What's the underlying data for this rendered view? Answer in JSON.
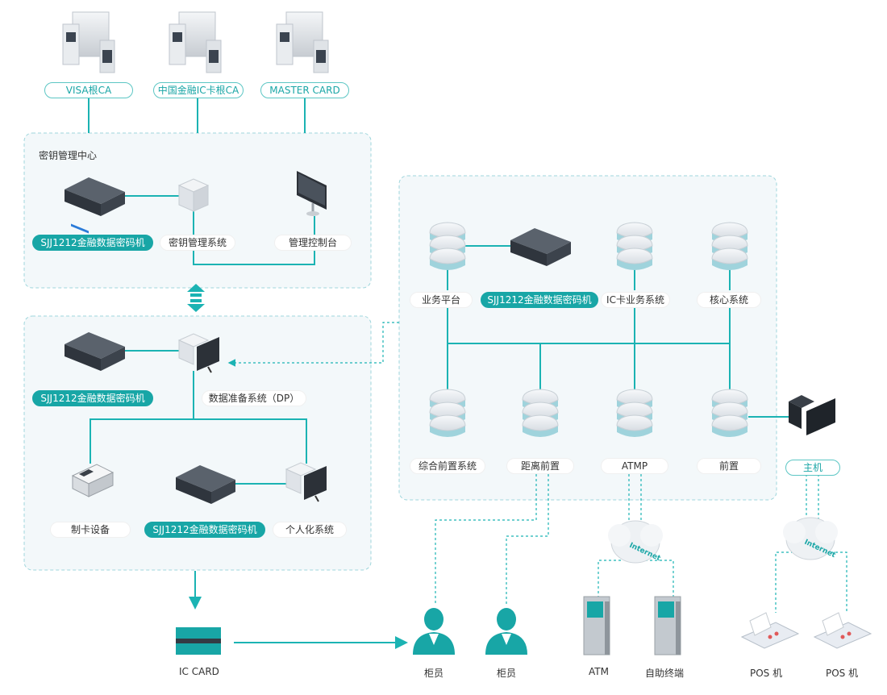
{
  "colors": {
    "accent": "#18a6a6",
    "line": "#1bb3b3",
    "panel": "#f3f8fa",
    "panel_border": "#9fd6dc"
  },
  "top_cas": [
    {
      "label": "VISA根CA"
    },
    {
      "label": "中国金融IC卡根CA"
    },
    {
      "label": "MASTER CARD"
    }
  ],
  "kmc": {
    "title": "密钥管理中心",
    "hsm_label": "SJJ1212金融数据密码机",
    "kms_label": "密钥管理系统",
    "console_label": "管理控制台"
  },
  "dp": {
    "hsm_label": "SJJ1212金融数据密码机",
    "dp_label": "数据准备系统（DP）",
    "card_device_label": "制卡设备",
    "hsm2_label": "SJJ1212金融数据密码机",
    "personal_label": "个人化系统"
  },
  "bank": {
    "business_label": "业务平台",
    "hsm_label": "SJJ1212金融数据密码机",
    "ic_label": "IC卡业务系统",
    "core_label": "核心系统",
    "front1_label": "综合前置系统",
    "remote_label": "距离前置",
    "atmp_label": "ATMP",
    "front_label": "前置"
  },
  "host_label": "主机",
  "internet_label": "Internet",
  "bottom": {
    "ic_card": "IC CARD",
    "teller1": "柜员",
    "teller2": "柜员",
    "atm": "ATM",
    "self_service": "自助终端",
    "pos1": "POS 机",
    "pos2": "POS 机"
  }
}
